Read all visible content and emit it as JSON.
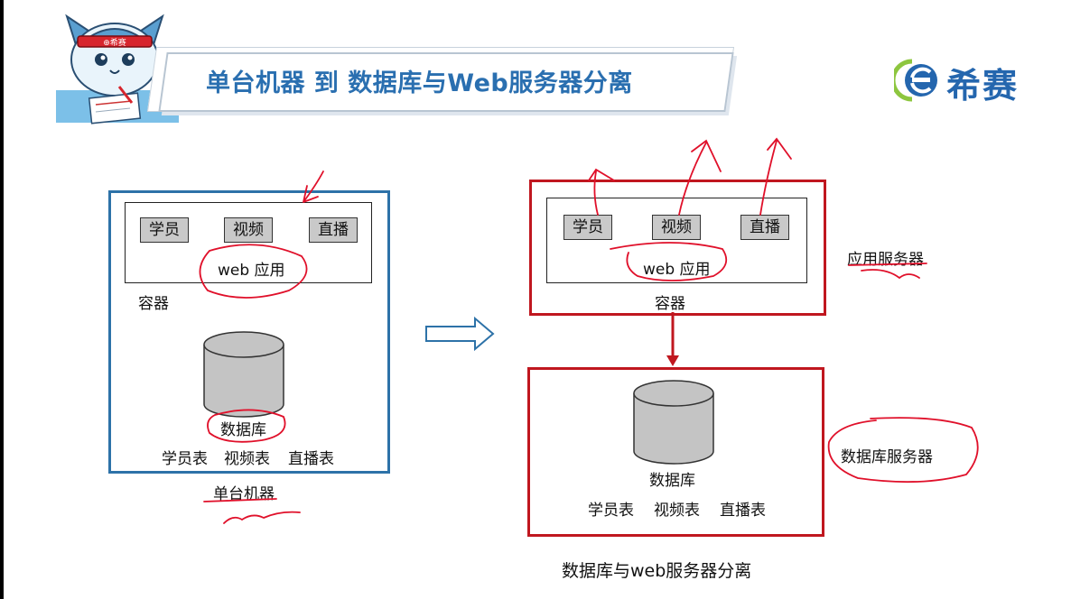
{
  "slide": {
    "title": "单台机器 到 数据库与Web服务器分离",
    "brand": "希赛",
    "mascot_badge": "⊕希赛"
  },
  "left_diagram": {
    "modules": [
      "学员",
      "视频",
      "直播"
    ],
    "web_app": "web 应用",
    "container": "容器",
    "database": "数据库",
    "tables": [
      "学员表",
      "视频表",
      "直播表"
    ],
    "caption": "单台机器"
  },
  "right_diagram": {
    "modules": [
      "学员",
      "视频",
      "直播"
    ],
    "web_app": "web 应用",
    "container": "容器",
    "app_server": "应用服务器",
    "database": "数据库",
    "tables": [
      "学员表",
      "视频表",
      "直播表"
    ],
    "db_server": "数据库服务器",
    "caption": "数据库与web服务器分离"
  },
  "colors": {
    "title_blue": "#2a6fb0",
    "box_blue": "#2d72a8",
    "box_red": "#c0171f",
    "ink_red": "#e0102a",
    "db_gray": "#c4c4c4",
    "arrow_blue": "#2d72a8"
  }
}
